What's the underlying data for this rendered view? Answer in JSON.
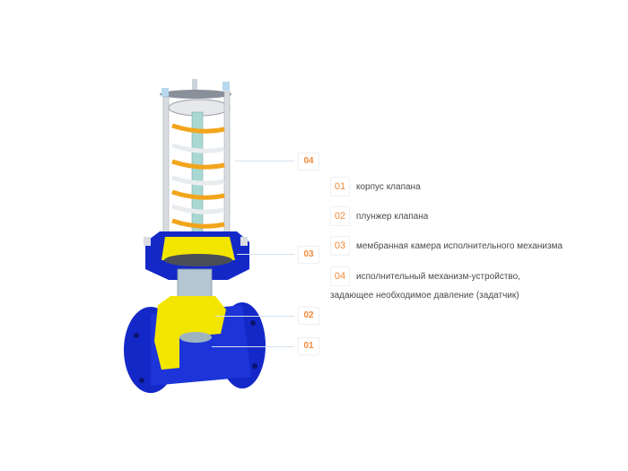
{
  "diagram": {
    "title": "",
    "subject": "pressure-regulating-valve-cutaway",
    "colors": {
      "accent": "#f08a3a",
      "body_blue": "#1428c8",
      "inner_yellow": "#f2e600",
      "spring_orange": "#f2a51c",
      "steel": "#c9d3dc",
      "leader": "#d6e3ee",
      "text": "#4a4a4a"
    },
    "callouts": [
      {
        "id": "04",
        "label": "04"
      },
      {
        "id": "03",
        "label": "03"
      },
      {
        "id": "02",
        "label": "02"
      },
      {
        "id": "01",
        "label": "01"
      }
    ],
    "legend": [
      {
        "num": "01",
        "text": "корпус клапана"
      },
      {
        "num": "02",
        "text": "плунжер клапана"
      },
      {
        "num": "03",
        "text": "мембранная камера исполнительного механизма"
      },
      {
        "num": "04",
        "text": "исполнительный механизм-устройство,",
        "text2": "задающее необходимое давление (задатчик)"
      }
    ]
  }
}
